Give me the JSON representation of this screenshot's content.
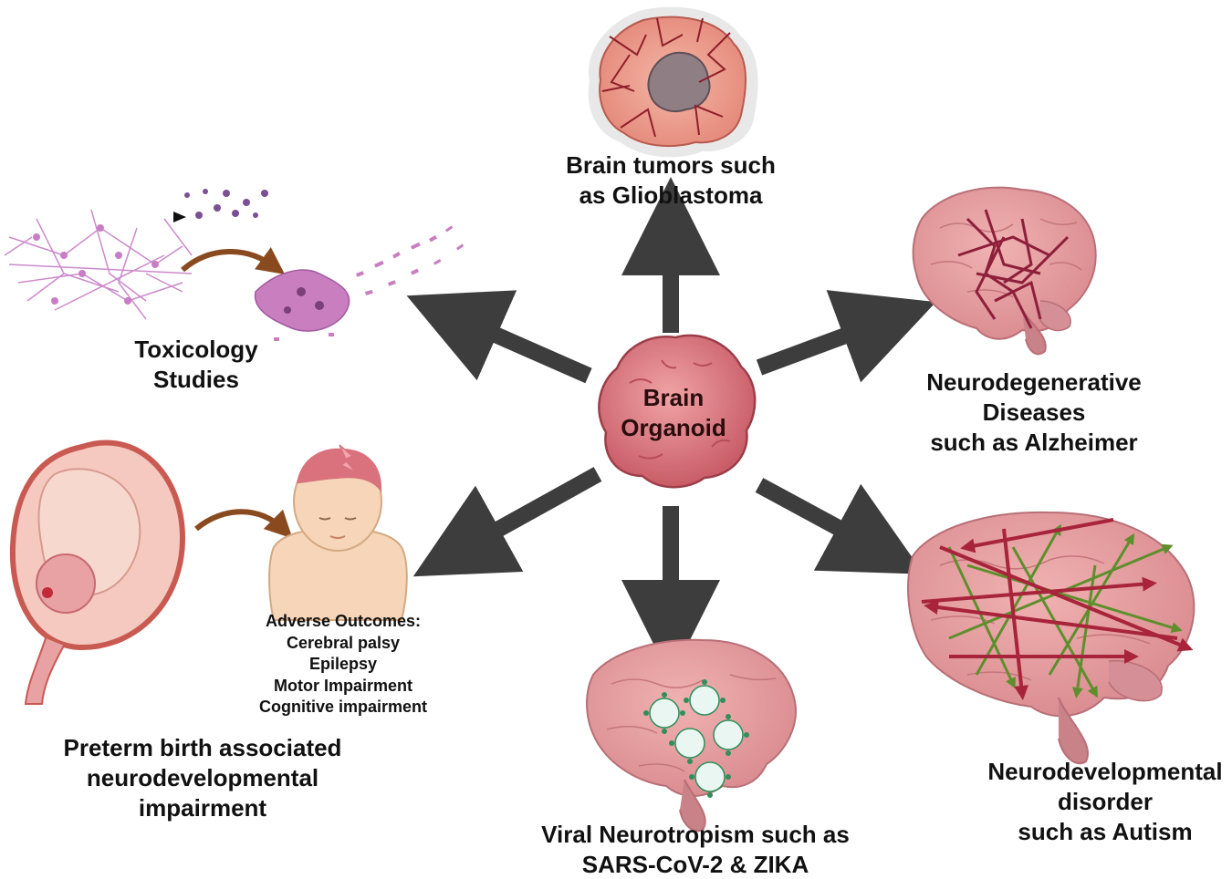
{
  "center": {
    "lines": [
      "Brain",
      "Organoid"
    ]
  },
  "topics": {
    "glioblastoma": {
      "lines": [
        "Brain tumors such",
        "as Glioblastoma"
      ]
    },
    "neurodegenerative": {
      "lines": [
        "Neurodegenerative",
        "Diseases",
        "such as Alzheimer"
      ]
    },
    "autism": {
      "lines": [
        "Neurodevelopmental",
        "disorder",
        "such as Autism"
      ]
    },
    "viral": {
      "lines": [
        "Viral Neurotropism such as",
        "SARS-CoV-2 & ZIKA"
      ]
    },
    "preterm": {
      "lines": [
        "Preterm birth associated",
        "neurodevelopmental",
        "impairment"
      ]
    },
    "toxicology": {
      "lines": [
        "Toxicology",
        "Studies"
      ]
    }
  },
  "adverse_outcomes": {
    "heading": "Adverse Outcomes:",
    "items": [
      "Cerebral palsy",
      "Epilepsy",
      "Motor Impairment",
      "Cognitive impairment"
    ]
  },
  "colors": {
    "arrow": "#3d3d3d",
    "brain": "#e9a0a2",
    "brain_dark": "#c97a80",
    "organoid": "#d9707a",
    "tangle": "#8e1f3a",
    "neuron": "#c77ec6",
    "curved_arrow": "#8a4a1f",
    "red_arrow": "#a8243a",
    "green_arrow": "#5e8f2c",
    "virus": "#2f8f5a"
  }
}
